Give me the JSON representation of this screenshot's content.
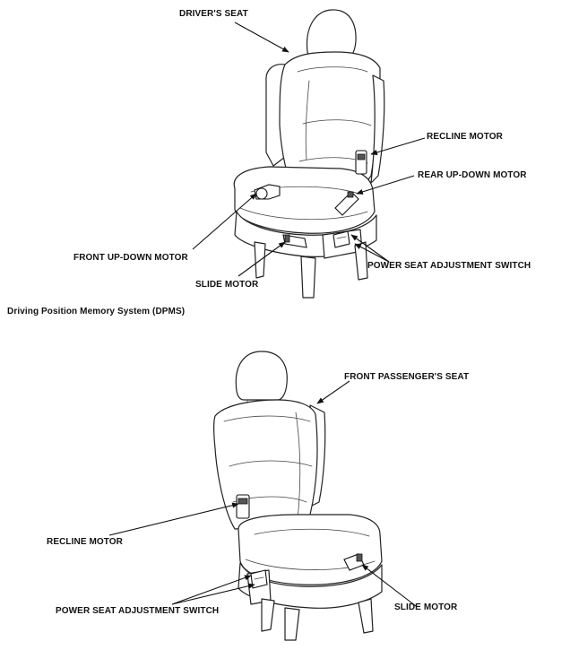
{
  "driver_view": {
    "labels": {
      "seat": "DRIVER'S SEAT",
      "recline_motor": "RECLINE MOTOR",
      "rear_up_down_motor": "REAR UP-DOWN MOTOR",
      "front_up_down_motor": "FRONT UP-DOWN MOTOR",
      "slide_motor": "SLIDE MOTOR",
      "power_seat_adjustment_switch": "POWER SEAT ADJUSTMENT SWITCH"
    }
  },
  "dpms_caption": "Driving Position Memory System (DPMS)",
  "passenger_view": {
    "labels": {
      "seat": "FRONT PASSENGER'S SEAT",
      "recline_motor": "RECLINE MOTOR",
      "power_seat_adjustment_switch": "POWER SEAT ADJUSTMENT SWITCH",
      "slide_motor": "SLIDE MOTOR"
    }
  }
}
